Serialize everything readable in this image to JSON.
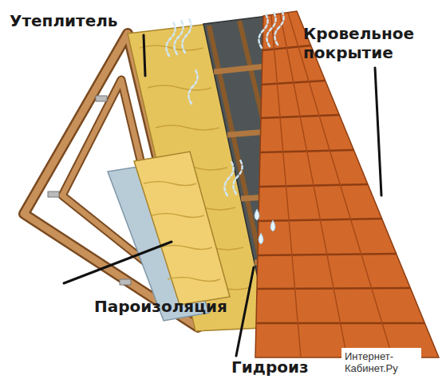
{
  "diagram": {
    "labels": [
      "Утеплитель",
      "Кровельное покрытие",
      "Пароизоляция",
      "Гидроиз",
      "Интернет- Кабинет.Ру"
    ]
  }
}
